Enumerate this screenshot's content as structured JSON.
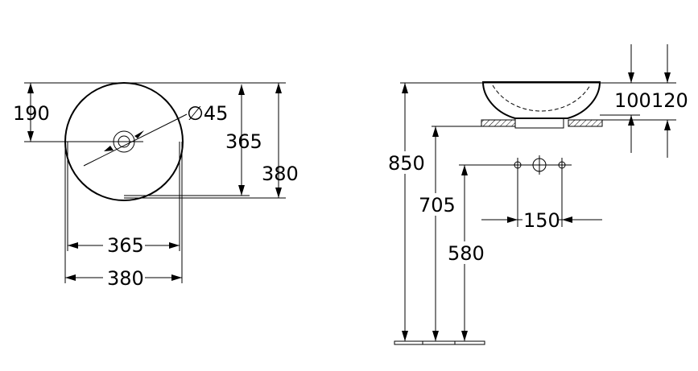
{
  "diagram": {
    "top_view": {
      "dim_190": "190",
      "dim_diameter_45": "∅45",
      "dim_365_vertical": "365",
      "dim_380_vertical": "380",
      "dim_365_horizontal": "365",
      "dim_380_horizontal": "380"
    },
    "side_view": {
      "dim_100": "100",
      "dim_120": "120",
      "dim_850": "850",
      "dim_705": "705",
      "dim_580": "580",
      "dim_150": "150"
    },
    "colors": {
      "ink": "#000000",
      "background": "#ffffff",
      "hatch": "#000000"
    }
  }
}
